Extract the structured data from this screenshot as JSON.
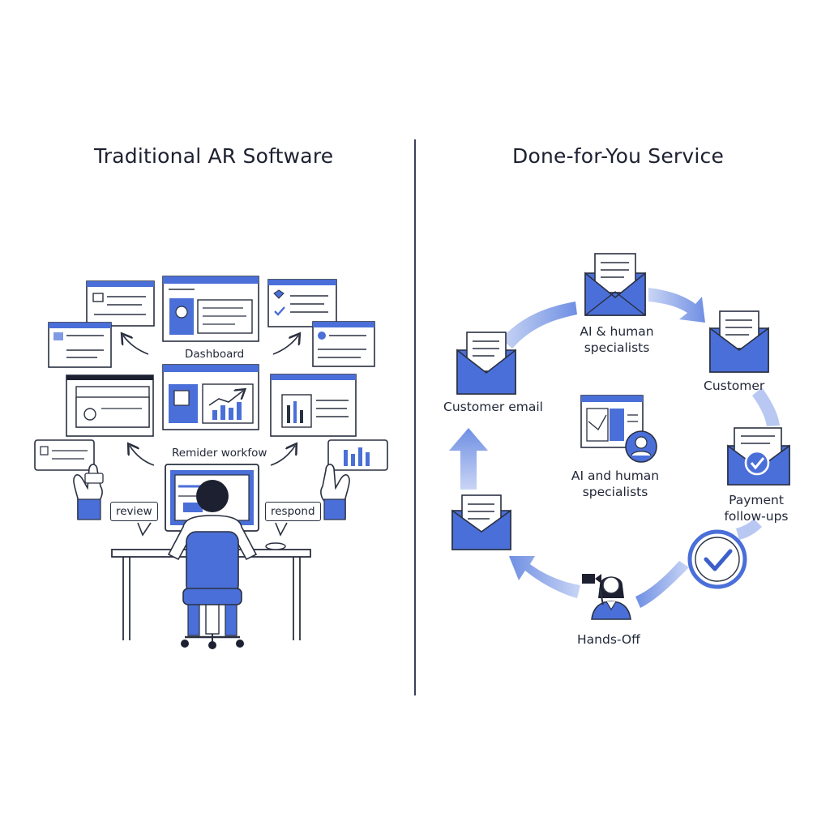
{
  "left_panel": {
    "title": "Traditional AR Software",
    "dashboard_label": "Dashboard",
    "workflow_label": "Remider workfow",
    "review_bubble": "review",
    "respond_bubble": "respond"
  },
  "right_panel": {
    "title": "Done-for-You Service",
    "top_node_label": "AI & human specialists",
    "center_label": "AI and human specialists",
    "customer_label": "Customer",
    "customer_email_label": "Customer email",
    "payment_label": "Payment follow-ups",
    "handsoff_label": "Hands-Off"
  },
  "colors": {
    "accent": "#4a6fd8",
    "accent_light": "#aebfef",
    "ink": "#2a3040",
    "divider": "#39405a"
  }
}
